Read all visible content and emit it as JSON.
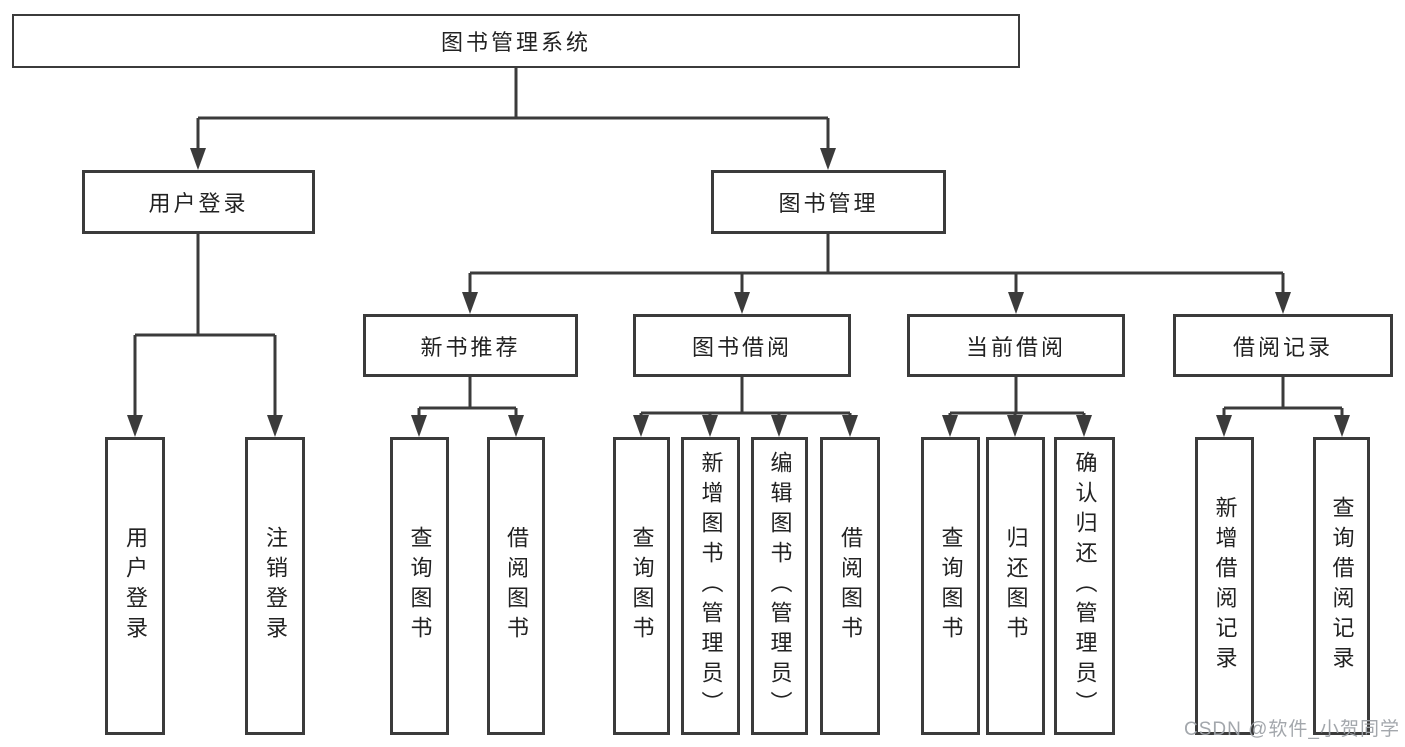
{
  "diagram": {
    "nodes": {
      "root": "图书管理系统",
      "user_login": "用户登录",
      "book_mgmt": "图书管理",
      "new_book_rec": "新书推荐",
      "book_borrow": "图书借阅",
      "current_borrow": "当前借阅",
      "borrow_records": "借阅记录",
      "leaf_user_login": "用户登录",
      "leaf_logout": "注销登录",
      "leaf_query_book_1": "查询图书",
      "leaf_borrow_book_1": "借阅图书",
      "leaf_query_book_2": "查询图书",
      "leaf_add_book": "新增图书（管理员）",
      "leaf_edit_book": "编辑图书（管理员）",
      "leaf_borrow_book_2": "借阅图书",
      "leaf_query_book_3": "查询图书",
      "leaf_return_book": "归还图书",
      "leaf_confirm_return": "确认归还（管理员）",
      "leaf_add_borrow_record": "新增借阅记录",
      "leaf_query_borrow_record": "查询借阅记录"
    },
    "watermark": "CSDN @软件_小贺同学",
    "colors": {
      "line": "#3b3b3b",
      "box_border": "#3b3b3b",
      "text": "#222222",
      "watermark": "#9ea2a8",
      "background": "#ffffff"
    }
  }
}
